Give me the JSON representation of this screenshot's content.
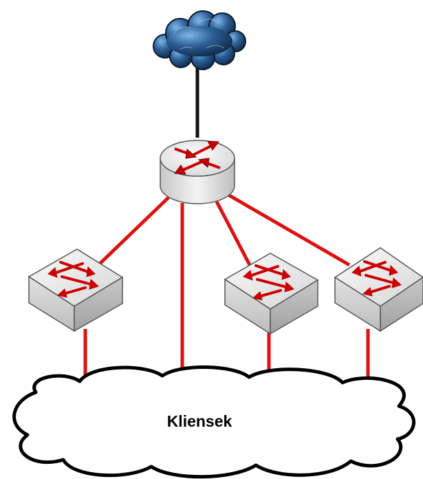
{
  "diagram": {
    "client_cloud_label": "Kliensek",
    "colors": {
      "link_red": "#e01010",
      "uplink_black": "#111111",
      "arrow_red": "#cc0000",
      "device_silver": "#d8d8d8",
      "internet_cloud_blue": "#1c3f6e"
    },
    "nodes": [
      {
        "id": "internet",
        "kind": "cloud-icon"
      },
      {
        "id": "router",
        "kind": "router-icon"
      },
      {
        "id": "switch-1",
        "kind": "switch-icon"
      },
      {
        "id": "switch-2",
        "kind": "switch-icon"
      },
      {
        "id": "switch-3",
        "kind": "switch-icon"
      },
      {
        "id": "clients",
        "kind": "client-cloud"
      }
    ],
    "links": [
      {
        "from": "internet",
        "to": "router",
        "color": "black"
      },
      {
        "from": "router",
        "to": "switch-1",
        "color": "red"
      },
      {
        "from": "router",
        "to": "clients",
        "color": "red"
      },
      {
        "from": "router",
        "to": "switch-2",
        "color": "red"
      },
      {
        "from": "router",
        "to": "switch-3",
        "color": "red"
      },
      {
        "from": "switch-1",
        "to": "clients",
        "color": "red"
      },
      {
        "from": "switch-2",
        "to": "clients",
        "color": "red"
      },
      {
        "from": "switch-3",
        "to": "clients",
        "color": "red"
      }
    ]
  }
}
